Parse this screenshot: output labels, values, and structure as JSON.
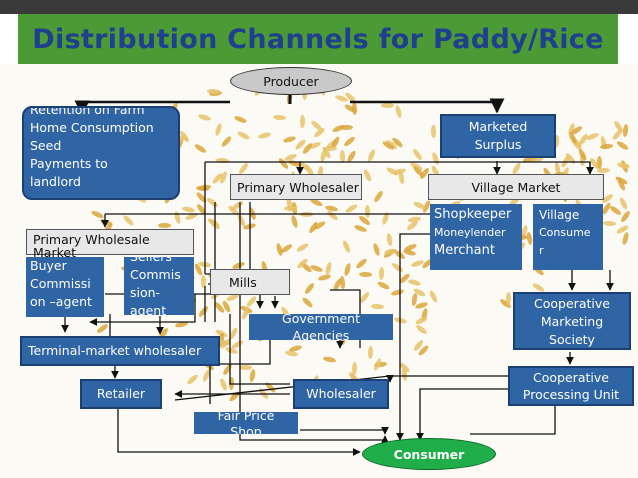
{
  "title": "Distribution Channels for Paddy/Rice",
  "nodes": {
    "producer": "Producer",
    "retention": [
      "Retention on Farm",
      "Home Consumption",
      "Seed",
      "Payments to",
      "landlord"
    ],
    "marketed_surplus": [
      "Marketed",
      "Surplus"
    ],
    "primary_wholesaler": "Primary Wholesaler",
    "village_market": "Village Market",
    "shopkeeper": [
      "Shopkeeper",
      "Moneylender",
      "Merchant"
    ],
    "village_consumer": [
      "Village",
      "Consume",
      "r"
    ],
    "primary_wholesale_market": [
      "Primary Wholesale",
      "Market"
    ],
    "buyer_commission": [
      "Buyer",
      "Commissi",
      "on –agent"
    ],
    "sellers_commission": [
      "Sellers",
      "Commis",
      "sion-",
      "agent"
    ],
    "mills": "Mills",
    "government_agencies": [
      "Government",
      "Agencies"
    ],
    "cooperative_marketing": [
      "Cooperative",
      "Marketing",
      "Society"
    ],
    "terminal_market": "Terminal-market wholesaler",
    "retailer": "Retailer",
    "wholesaler": "Wholesaler",
    "cooperative_processing": [
      "Cooperative",
      "Processing Unit"
    ],
    "fair_price_shop": [
      "Fair Price",
      "Shop"
    ],
    "consumer": "Consumer"
  },
  "colors": {
    "title_band": "#4c9a35",
    "title_text": "#1f3f8f",
    "node_fill": "#2f64a5",
    "grey_fill": "#e8e8e8",
    "consumer_fill": "#1fae4a"
  }
}
